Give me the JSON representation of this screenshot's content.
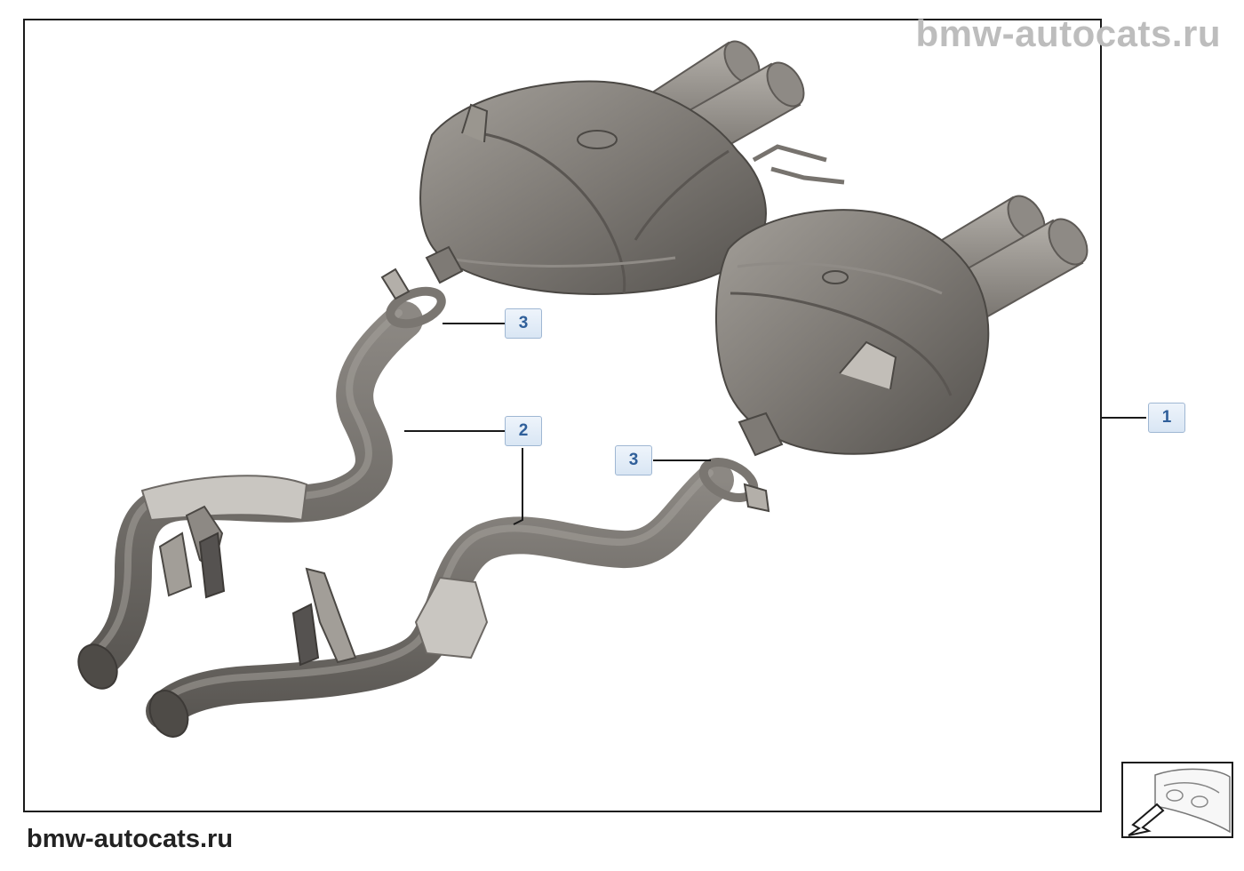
{
  "watermark": {
    "top": "bmw-autocats.ru",
    "bottom": "bmw-autocats.ru"
  },
  "callouts": {
    "muffler_system": "1",
    "intermediate_pipe": "2",
    "clamp_left": "3",
    "clamp_right": "3"
  },
  "colors": {
    "metal_dark": "#6e6a65",
    "metal_light": "#a9a59f",
    "shield": "#c9c6c1",
    "callout_text": "#2f5f9a",
    "watermark_top": "#bdbdbd"
  },
  "icons": {
    "location_thumbnail": "car-rear-location-icon"
  }
}
